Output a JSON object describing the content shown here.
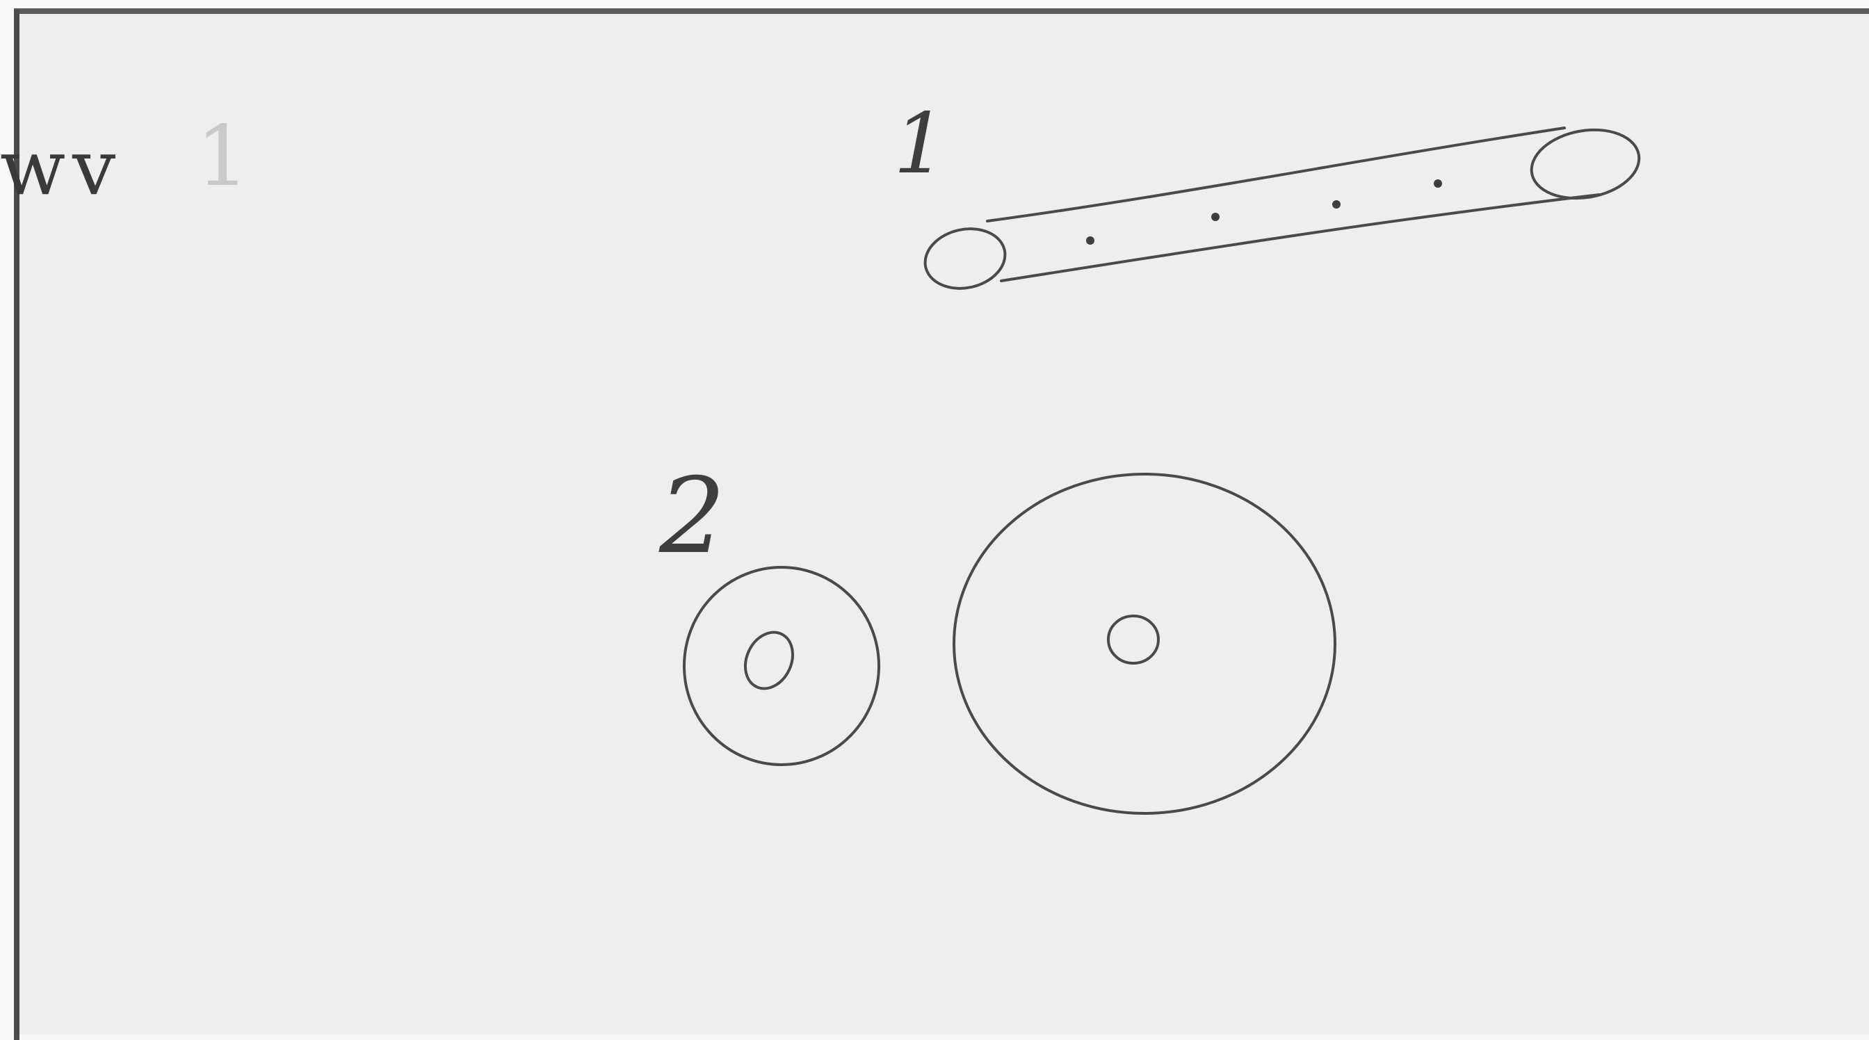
{
  "labels": {
    "corner": "wv",
    "faint": "1",
    "figure_one": "1",
    "figure_two": "2"
  },
  "colors": {
    "paper": "#eeeeee",
    "ink": "#4a4a4a",
    "frame": "#4a4a4a"
  }
}
